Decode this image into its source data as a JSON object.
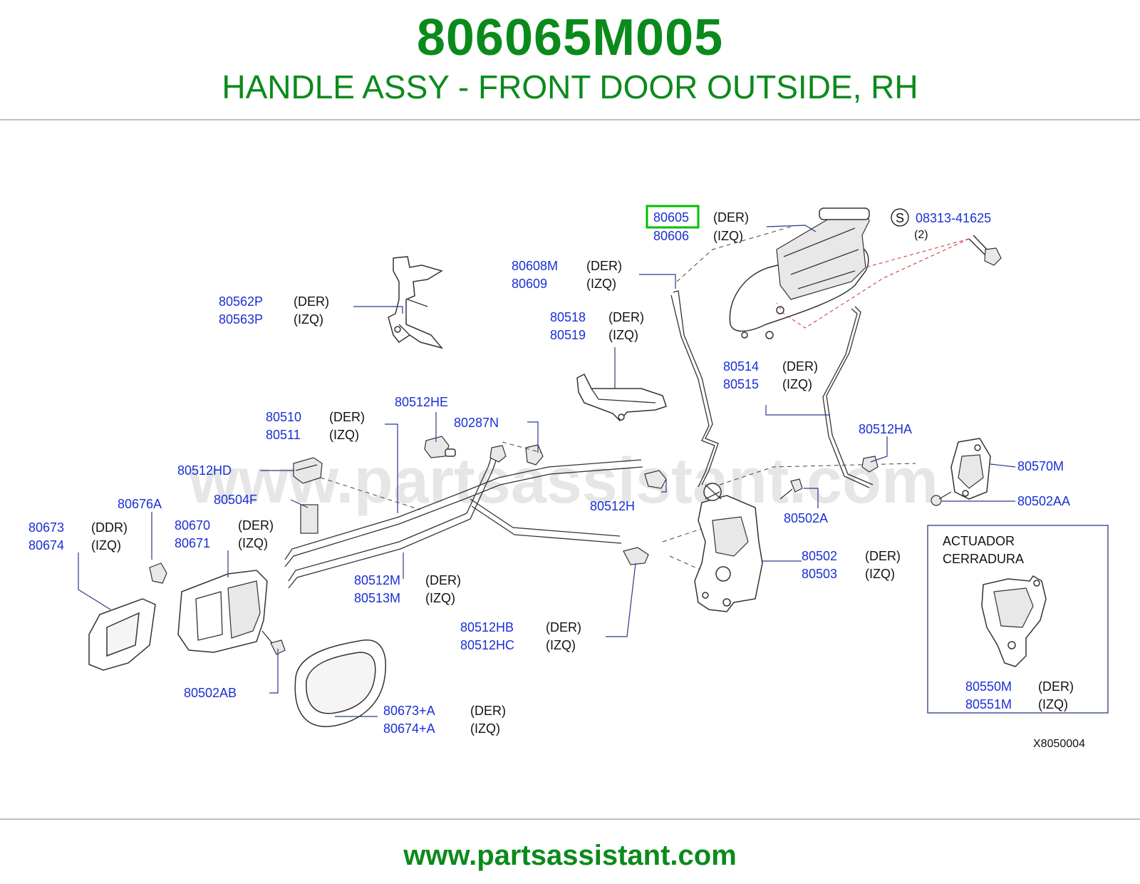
{
  "header": {
    "part_number": "806065M005",
    "description": "HANDLE ASSY - FRONT DOOR OUTSIDE, RH"
  },
  "footer": {
    "url": "www.partsassistant.com"
  },
  "watermark": "www.partsassistant.com",
  "diagram": {
    "code": "X8050004",
    "labels": {
      "p80605": "80605",
      "p80605_side": "(DER)",
      "p80606": "80606",
      "p80606_side": "(IZQ)",
      "s_symbol": "S",
      "p0831341625": "08313-41625",
      "p0831341625_qty": "(2)",
      "p80608M": "80608M",
      "p80608M_side": "(DER)",
      "p80609": "80609",
      "p80609_side": "(IZQ)",
      "p80562P": "80562P",
      "p80562P_side": "(DER)",
      "p80563P": "80563P",
      "p80563P_side": "(IZQ)",
      "p80518": "80518",
      "p80518_side": "(DER)",
      "p80519": "80519",
      "p80519_side": "(IZQ)",
      "p80514": "80514",
      "p80514_side": "(DER)",
      "p80515": "80515",
      "p80515_side": "(IZQ)",
      "p80512HE": "80512HE",
      "p80287N": "80287N",
      "p80510": "80510",
      "p80510_side": "(DER)",
      "p80511": "80511",
      "p80511_side": "(IZQ)",
      "p80512HA": "80512HA",
      "p80570M": "80570M",
      "p80512HD": "80512HD",
      "p80504F": "80504F",
      "p80512H": "80512H",
      "p80502A": "80502A",
      "p80502AA": "80502AA",
      "p80676A": "80676A",
      "p80673": "80673",
      "p80673_side": "(DDR)",
      "p80674": "80674",
      "p80674_side": "(IZQ)",
      "p80670": "80670",
      "p80670_side": "(DER)",
      "p80671": "80671",
      "p80671_side": "(IZQ)",
      "p80502": "80502",
      "p80502_side": "(DER)",
      "p80503": "80503",
      "p80503_side": "(IZQ)",
      "p80512M": "80512M",
      "p80512M_side": "(DER)",
      "p80513M": "80513M",
      "p80513M_side": "(IZQ)",
      "p80512HB": "80512HB",
      "p80512HB_side": "(DER)",
      "p80512HC": "80512HC",
      "p80512HC_side": "(IZQ)",
      "p80502AB": "80502AB",
      "p80673A": "80673+A",
      "p80673A_side": "(DER)",
      "p80674A": "80674+A",
      "p80674A_side": "(IZQ)",
      "actuator_line1": "ACTUADOR",
      "actuator_line2": "CERRADURA",
      "p80550M": "80550M",
      "p80550M_side": "(DER)",
      "p80551M": "80551M",
      "p80551M_side": "(IZQ)"
    }
  },
  "colors": {
    "title_green": "#0b8a1c",
    "part_blue": "#1a2fd6",
    "highlight_green": "#00c000",
    "rule_gray": "#bdbdbd"
  }
}
